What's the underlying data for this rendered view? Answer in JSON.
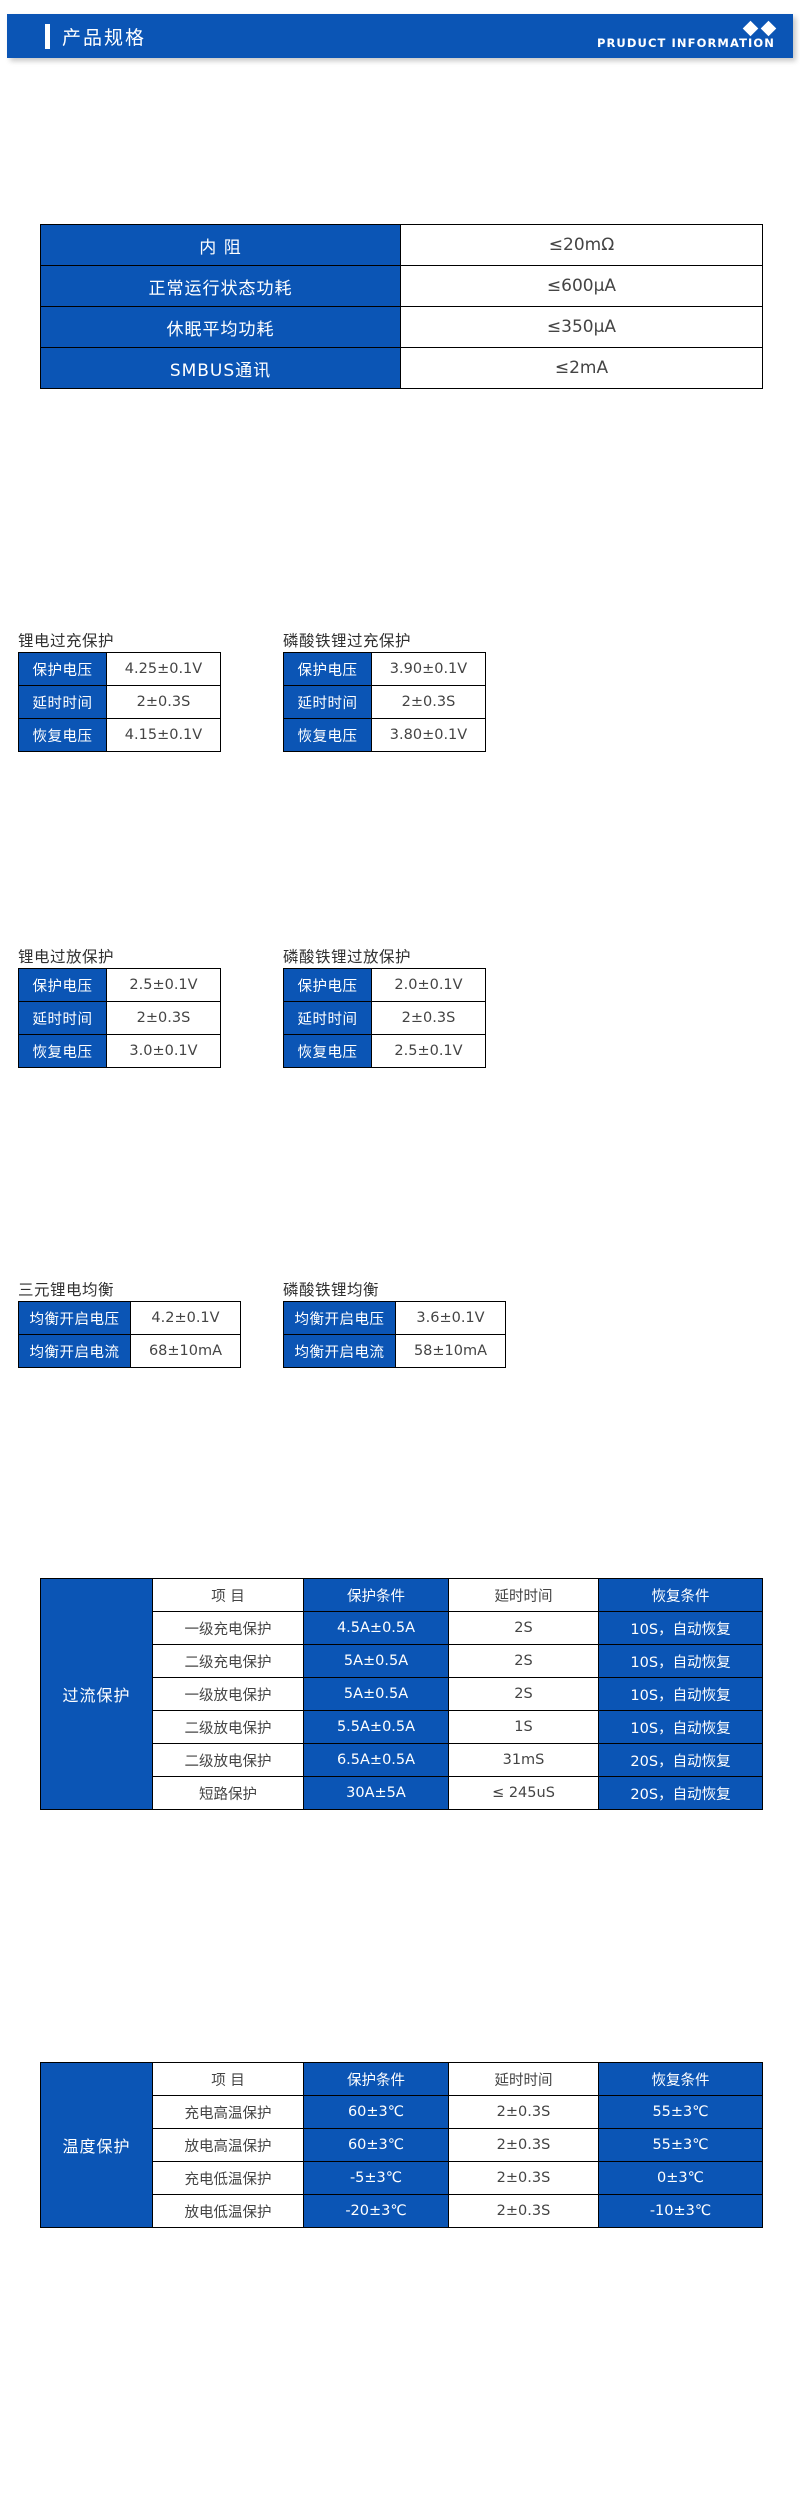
{
  "header": {
    "title": "产品规格",
    "subtitle": "PRUDUCT INFORMATION",
    "accent_color": "#0B55B5",
    "diamond_count": 2
  },
  "spec_table": {
    "name": "basic-spec-table",
    "rows": [
      {
        "label": "内  阻",
        "value": "≤20mΩ"
      },
      {
        "label": "正常运行状态功耗",
        "value": "≤600μA"
      },
      {
        "label": "休眠平均功耗",
        "value": "≤350μA"
      },
      {
        "label": "SMBUS通讯",
        "value": "≤2mA"
      }
    ]
  },
  "overcharge": {
    "lithium": {
      "caption": "锂电过充保护",
      "rows": [
        {
          "label": "保护电压",
          "value": "4.25±0.1V"
        },
        {
          "label": "延时时间",
          "value": "2±0.3S"
        },
        {
          "label": "恢复电压",
          "value": "4.15±0.1V"
        }
      ]
    },
    "lifepo4": {
      "caption": "磷酸铁锂过充保护",
      "rows": [
        {
          "label": "保护电压",
          "value": "3.90±0.1V"
        },
        {
          "label": "延时时间",
          "value": "2±0.3S"
        },
        {
          "label": "恢复电压",
          "value": "3.80±0.1V"
        }
      ]
    }
  },
  "overdischarge": {
    "lithium": {
      "caption": "锂电过放保护",
      "rows": [
        {
          "label": "保护电压",
          "value": "2.5±0.1V"
        },
        {
          "label": "延时时间",
          "value": "2±0.3S"
        },
        {
          "label": "恢复电压",
          "value": "3.0±0.1V"
        }
      ]
    },
    "lifepo4": {
      "caption": "磷酸铁锂过放保护",
      "rows": [
        {
          "label": "保护电压",
          "value": "2.0±0.1V"
        },
        {
          "label": "延时时间",
          "value": "2±0.3S"
        },
        {
          "label": "恢复电压",
          "value": "2.5±0.1V"
        }
      ]
    }
  },
  "balance": {
    "ternary": {
      "caption": "三元锂电均衡",
      "rows": [
        {
          "label": "均衡开启电压",
          "value": "4.2±0.1V"
        },
        {
          "label": "均衡开启电流",
          "value": "68±10mA"
        }
      ]
    },
    "lifepo4": {
      "caption": "磷酸铁锂均衡",
      "rows": [
        {
          "label": "均衡开启电压",
          "value": "3.6±0.1V"
        },
        {
          "label": "均衡开启电流",
          "value": "58±10mA"
        }
      ]
    }
  },
  "overcurrent": {
    "row_label": "过流保护",
    "headers": [
      "项  目",
      "保护条件",
      "延时时间",
      "恢复条件"
    ],
    "rows": [
      {
        "item": "一级充电保护",
        "condition": "4.5A±0.5A",
        "delay": "2S",
        "recovery": "10S，自动恢复"
      },
      {
        "item": "二级充电保护",
        "condition": "5A±0.5A",
        "delay": "2S",
        "recovery": "10S，自动恢复"
      },
      {
        "item": "一级放电保护",
        "condition": "5A±0.5A",
        "delay": "2S",
        "recovery": "10S，自动恢复"
      },
      {
        "item": "二级放电保护",
        "condition": "5.5A±0.5A",
        "delay": "1S",
        "recovery": "10S，自动恢复"
      },
      {
        "item": "二级放电保护",
        "condition": "6.5A±0.5A",
        "delay": "31mS",
        "recovery": "20S，自动恢复"
      },
      {
        "item": "短路保护",
        "condition": "30A±5A",
        "delay": "≤ 245uS",
        "recovery": "20S，自动恢复"
      }
    ]
  },
  "temperature": {
    "row_label": "温度保护",
    "headers": [
      "项  目",
      "保护条件",
      "延时时间",
      "恢复条件"
    ],
    "rows": [
      {
        "item": "充电高温保护",
        "condition": "60±3℃",
        "delay": "2±0.3S",
        "recovery": "55±3℃"
      },
      {
        "item": "放电高温保护",
        "condition": "60±3℃",
        "delay": "2±0.3S",
        "recovery": "55±3℃"
      },
      {
        "item": "充电低温保护",
        "condition": "-5±3℃",
        "delay": "2±0.3S",
        "recovery": "0±3℃"
      },
      {
        "item": "放电低温保护",
        "condition": "-20±3℃",
        "delay": "2±0.3S",
        "recovery": "-10±3℃"
      }
    ]
  }
}
